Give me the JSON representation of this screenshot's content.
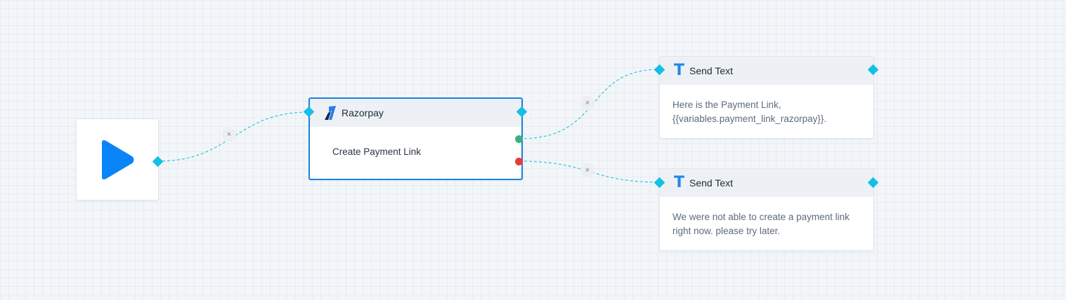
{
  "canvas": {
    "background": "#f3f6f9",
    "edge_color": "#2fc3e0",
    "handle_color": "#14c0e4",
    "accent": "#1a82e2"
  },
  "start_node": {
    "icon": "play-icon",
    "icon_color": "#0a85f7"
  },
  "razorpay_node": {
    "icon": "razorpay-logo-icon",
    "title": "Razorpay",
    "action": "Create Payment Link",
    "success_color": "#3ab37a",
    "failure_color": "#e53b3b"
  },
  "send_text_success": {
    "icon": "text-icon",
    "title": "Send Text",
    "message": "Here is the Payment Link, {{variables.payment_link_razorpay}}."
  },
  "send_text_failure": {
    "icon": "text-icon",
    "title": "Send Text",
    "message": "We were not able to create a payment link right now. please try later."
  },
  "edges": {
    "delete_symbol": "×"
  }
}
